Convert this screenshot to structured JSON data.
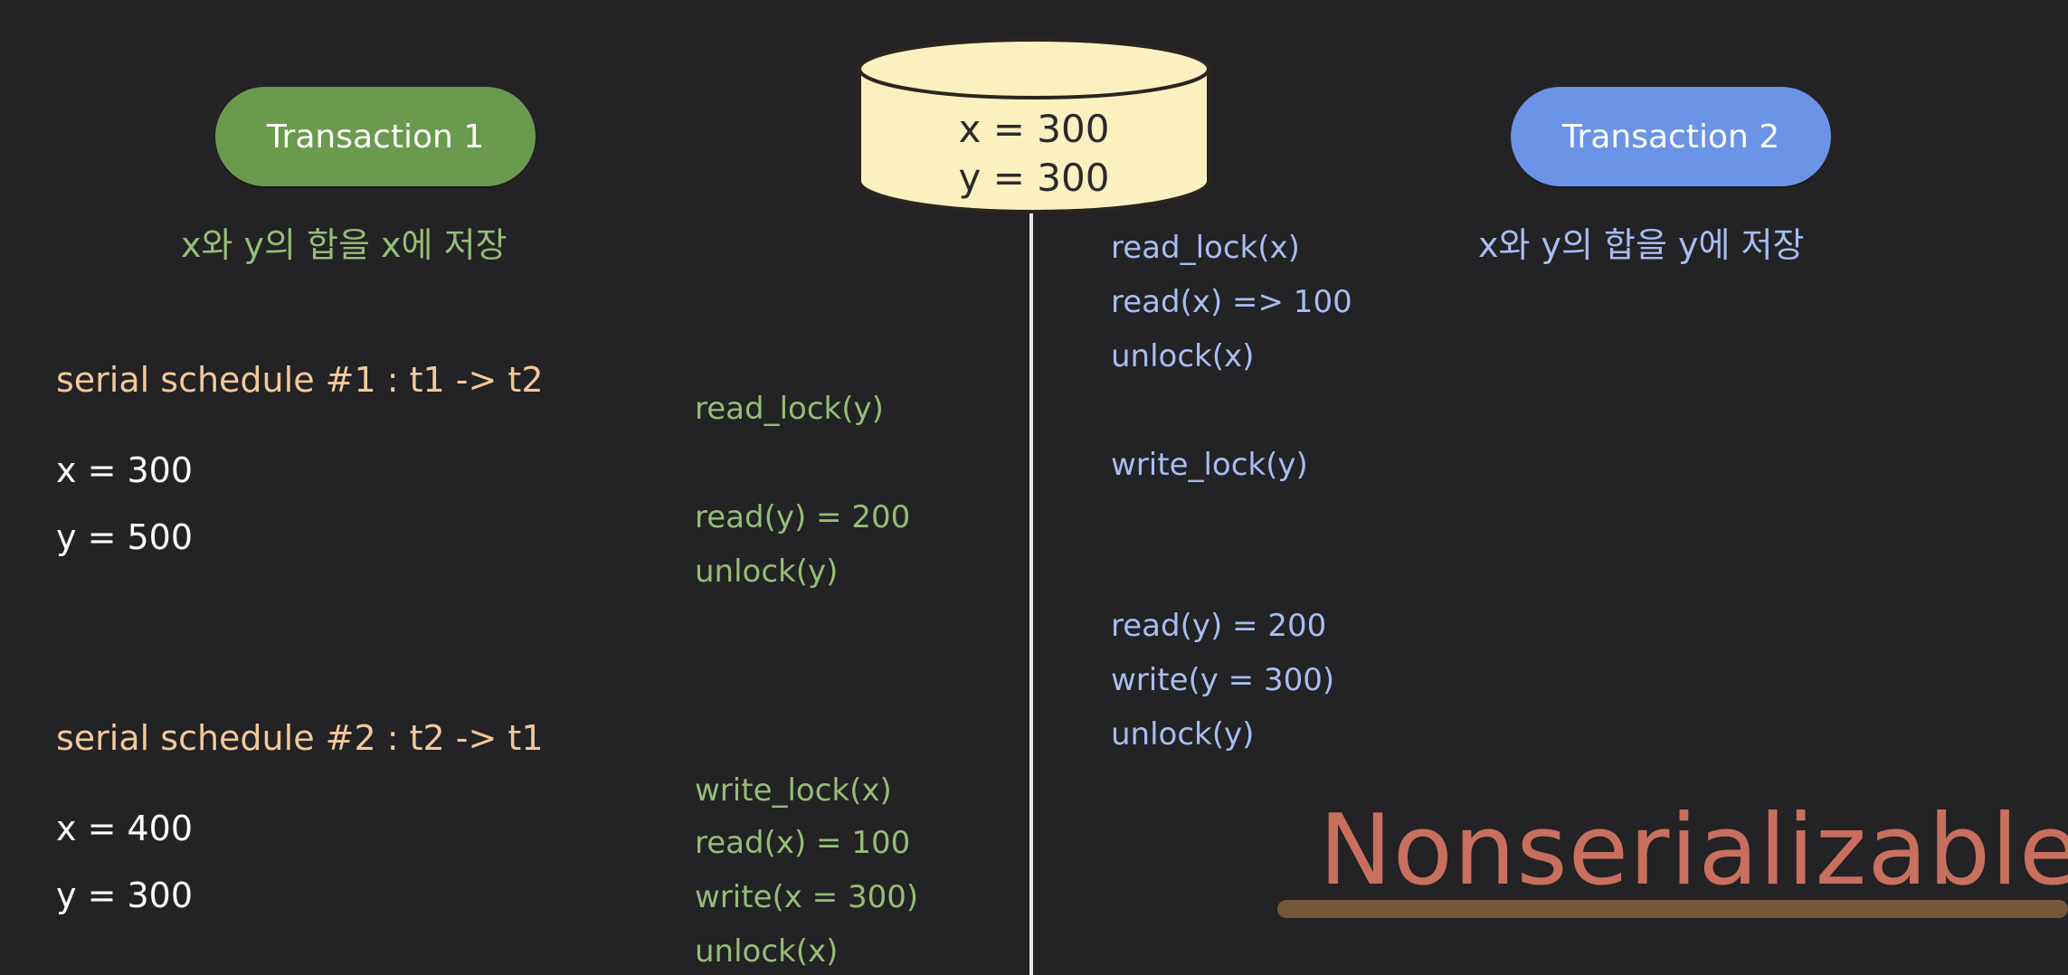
{
  "transaction1": {
    "label": "Transaction 1",
    "description": "x와 y의 합을 x에 저장",
    "color": "#6a9a4d"
  },
  "transaction2": {
    "label": "Transaction 2",
    "description": "x와 y의 합을 y에 저장",
    "color": "#6b93e6"
  },
  "database": {
    "x": "x = 300",
    "y": "y = 300",
    "color": "#fbf0c0"
  },
  "schedule1": {
    "title": "serial schedule #1 : t1 -> t2",
    "x": "x = 300",
    "y": "y = 500"
  },
  "schedule2": {
    "title": "serial schedule #2 : t2 -> t1",
    "x": "x = 400",
    "y": "y = 300"
  },
  "t1_ops": [
    "read_lock(y)",
    "read(y) = 200",
    "unlock(y)",
    "write_lock(x)",
    "read(x) = 100",
    "write(x = 300)",
    "unlock(x)"
  ],
  "t2_ops": [
    "read_lock(x)",
    "read(x) => 100",
    "unlock(x)",
    "write_lock(y)",
    "read(y) = 200",
    "write(y = 300)",
    "unlock(y)"
  ],
  "verdict": "Nonserializable"
}
